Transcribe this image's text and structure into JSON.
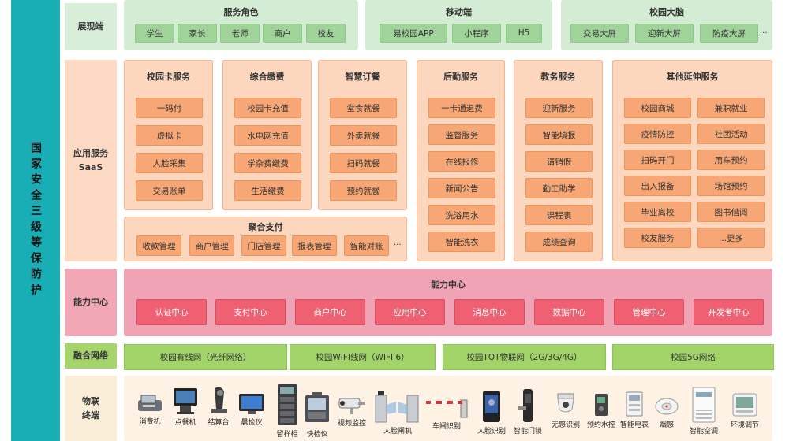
{
  "sidebar": {
    "title": "国家安全三级等保防护"
  },
  "layers": {
    "display": "展现端",
    "saas_line1": "应用服务",
    "saas_line2": "SaaS",
    "ability": "能力中心",
    "network": "融合网络",
    "iot_line1": "物联",
    "iot_line2": "终端"
  },
  "display_panels": [
    {
      "title": "服务角色",
      "items": [
        "学生",
        "家长",
        "老师",
        "商户",
        "校友"
      ]
    },
    {
      "title": "移动端",
      "items": [
        "易校园APP",
        "小程序",
        "H5"
      ]
    },
    {
      "title": "校园大脑",
      "items": [
        "交易大屏",
        "迎新大屏",
        "防疫大屏"
      ],
      "more": "..."
    }
  ],
  "saas": {
    "campus_card": {
      "title": "校园卡服务",
      "items": [
        "一码付",
        "虚拟卡",
        "人脸采集",
        "交易账单"
      ]
    },
    "payment": {
      "title": "综合缴费",
      "items": [
        "校园卡充值",
        "水电网充值",
        "学杂费缴费",
        "生活缴费"
      ]
    },
    "ordering": {
      "title": "智慧订餐",
      "items": [
        "堂食就餐",
        "外卖就餐",
        "扫码就餐",
        "预约就餐"
      ]
    },
    "logistics": {
      "title": "后勤服务",
      "items": [
        "一卡通退费",
        "监督服务",
        "在线报修",
        "新闻公告",
        "洗浴用水",
        "智能洗衣"
      ]
    },
    "academic": {
      "title": "教务服务",
      "items": [
        "迎新服务",
        "智能填报",
        "请销假",
        "勤工助学",
        "课程表",
        "成绩查询"
      ]
    },
    "extended": {
      "title": "其他延伸服务",
      "items": [
        "校园商城",
        "兼职就业",
        "疫情防控",
        "社团活动",
        "扫码开门",
        "用车预约",
        "出入报备",
        "场馆预约",
        "毕业离校",
        "图书借阅",
        "校友服务",
        "...更多"
      ]
    },
    "aggregate": {
      "title": "聚合支付",
      "items": [
        "收款管理",
        "商户管理",
        "门店管理",
        "报表管理",
        "智能对账"
      ],
      "more": "..."
    }
  },
  "ability_center": {
    "title": "能力中心",
    "items": [
      "认证中心",
      "支付中心",
      "商户中心",
      "应用中心",
      "消息中心",
      "数据中心",
      "管理中心",
      "开发者中心"
    ]
  },
  "networks": [
    "校园有线网（光纤网络）",
    "校园WIFI线网（WIFI 6）",
    "校园TOT物联网（2G/3G/4G）",
    "校园5G网络"
  ],
  "devices": [
    {
      "label": "消费机",
      "icon": "pos-terminal-icon"
    },
    {
      "label": "点餐机",
      "icon": "ordering-kiosk-icon"
    },
    {
      "label": "结算台",
      "icon": "checkout-scanner-icon"
    },
    {
      "label": "晨检仪",
      "icon": "health-check-icon"
    },
    {
      "label": "留样柜",
      "icon": "sample-cabinet-icon"
    },
    {
      "label": "快检仪",
      "icon": "fast-test-icon"
    },
    {
      "label": "视频监控",
      "icon": "camera-icon"
    },
    {
      "label": "人脸闸机",
      "icon": "face-gate-icon"
    },
    {
      "label": "车闸识别",
      "icon": "car-barrier-icon"
    },
    {
      "label": "人脸识别",
      "icon": "face-recognition-icon"
    },
    {
      "label": "智能门锁",
      "icon": "smart-lock-icon"
    },
    {
      "label": "无感识别",
      "icon": "dome-sensor-icon"
    },
    {
      "label": "预约水控",
      "icon": "water-control-icon"
    },
    {
      "label": "智能电表",
      "icon": "smart-meter-icon"
    },
    {
      "label": "烟感",
      "icon": "smoke-detector-icon"
    },
    {
      "label": "智能空调",
      "icon": "air-conditioner-icon"
    },
    {
      "label": "环境调节",
      "icon": "environment-panel-icon"
    }
  ]
}
